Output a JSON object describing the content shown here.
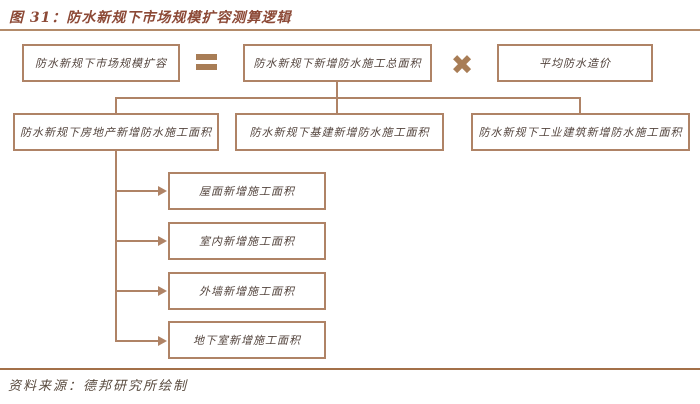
{
  "title": "图 31：防水新规下市场规模扩容测算逻辑",
  "footer": {
    "source": "资料来源：德邦研究所绘制"
  },
  "operators": {
    "equals": "=",
    "multiply": "✖"
  },
  "colors": {
    "title_text": "#8C4936",
    "box_border": "#AF8366",
    "box_text": "#54453E",
    "operator": "#A87D56",
    "title_rule": "#B38B6A",
    "bottom_rule": "#A37048",
    "footer_text": "#584A3E",
    "background": "#FFFFFF"
  },
  "diagram": {
    "row1": {
      "result_box": "防水新规下市场规模扩容",
      "total_area_box": "防水新规下新增防水施工总面积",
      "price_box": "平均防水造价"
    },
    "level2": [
      "防水新规下房地产新增防水施工面积",
      "防水新规下基建新增防水施工面积",
      "防水新规下工业建筑新增防水施工面积"
    ],
    "sub_boxes": [
      "屋面新增施工面积",
      "室内新增施工面积",
      "外墙新增施工面积",
      "地下室新增施工面积"
    ]
  }
}
